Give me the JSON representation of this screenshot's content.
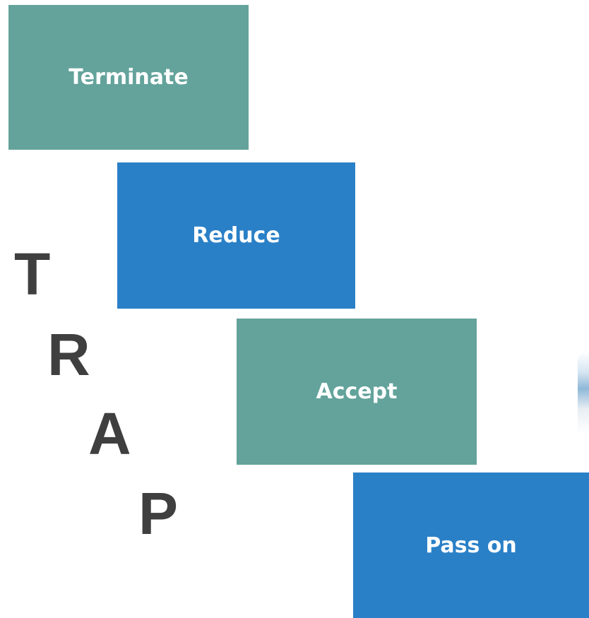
{
  "colors": {
    "teal": "#63a39b",
    "blue": "#2a80c7",
    "letter": "#3f3f3f"
  },
  "steps": [
    {
      "label": "Terminate",
      "color": "#63a39b"
    },
    {
      "label": "Reduce",
      "color": "#2a80c7"
    },
    {
      "label": "Accept",
      "color": "#63a39b"
    },
    {
      "label": "Pass on",
      "color": "#2a80c7"
    }
  ],
  "acronym": [
    "T",
    "R",
    "A",
    "P"
  ]
}
